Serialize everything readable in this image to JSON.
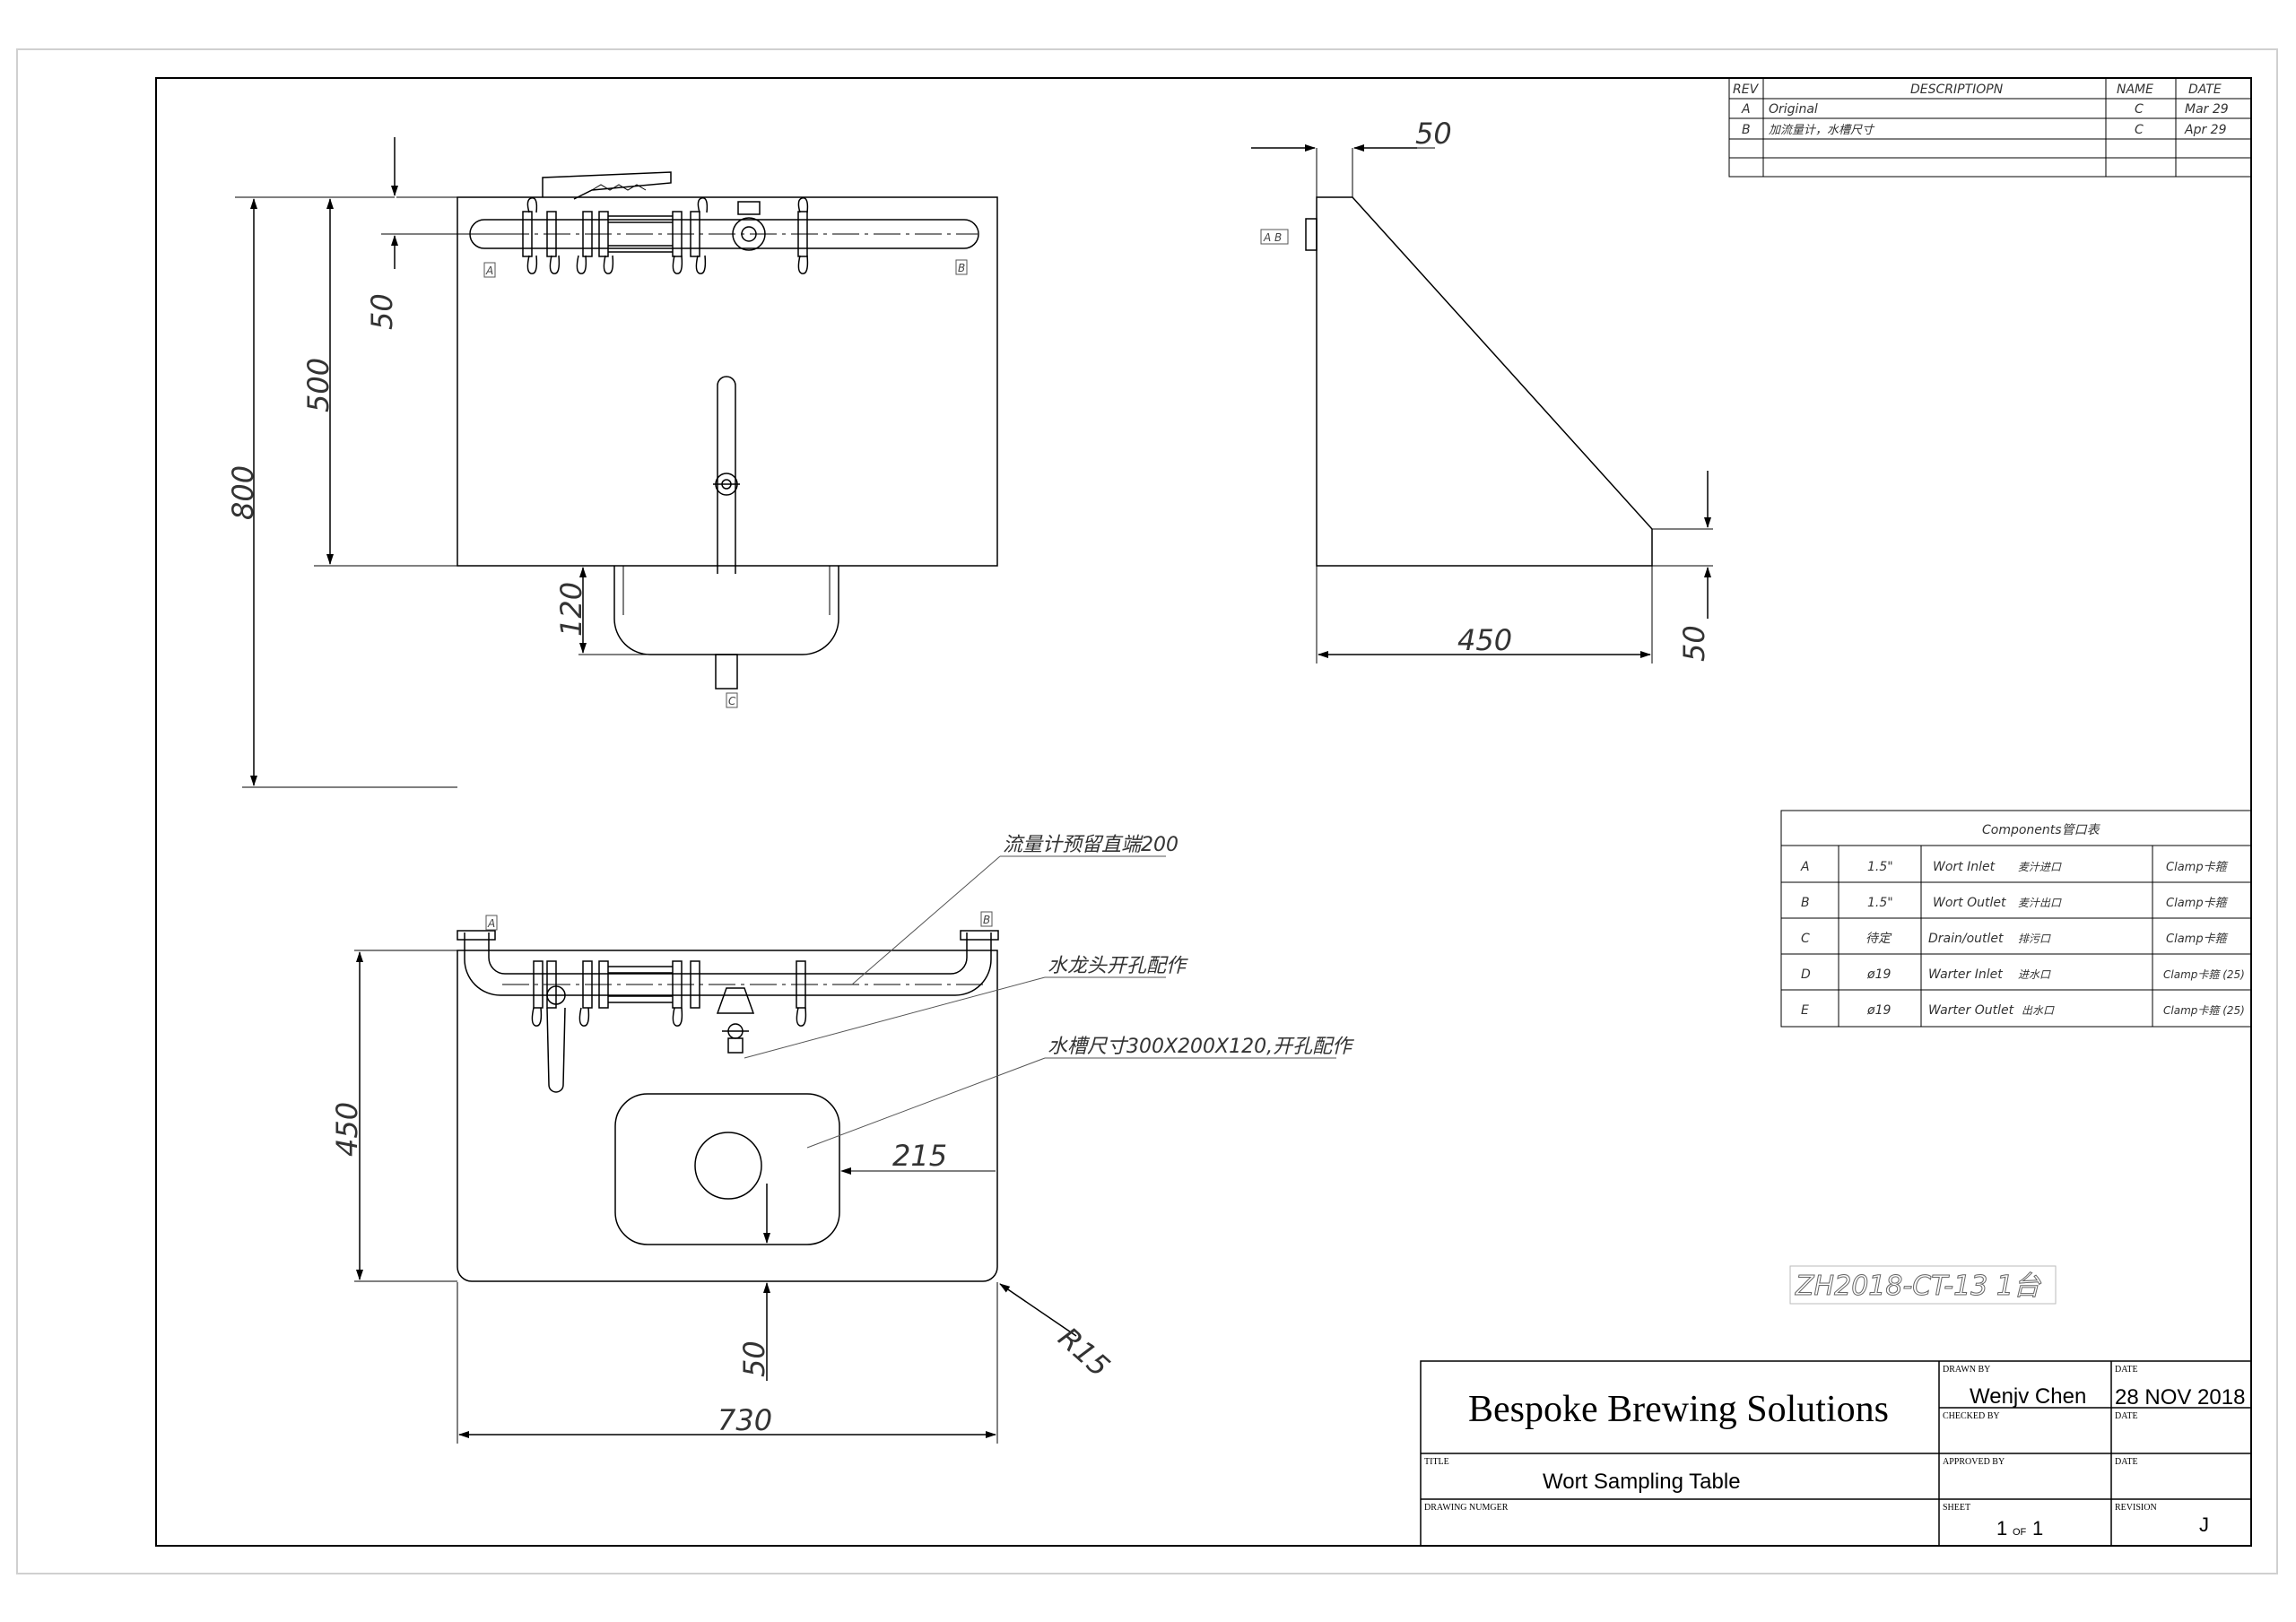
{
  "revision_table": {
    "headers": [
      "REV",
      "DESCRIPTIOPN",
      "NAME",
      "DATE"
    ],
    "rows": [
      {
        "rev": "A",
        "description": "Original",
        "name": "C",
        "date": "Mar 29"
      },
      {
        "rev": "B",
        "description": "加流量计，水槽尺寸",
        "name": "C",
        "date": "Apr 29"
      }
    ]
  },
  "components_table": {
    "title": "Components管口表",
    "rows": [
      {
        "tag": "A",
        "size": "1.5\"",
        "name": "Wort Inlet",
        "name_cn": "麦汁进口",
        "conn": "Clamp卡箍"
      },
      {
        "tag": "B",
        "size": "1.5\"",
        "name": "Wort Outlet",
        "name_cn": "麦汁出口",
        "conn": "Clamp卡箍"
      },
      {
        "tag": "C",
        "size": "待定",
        "name": "Drain/outlet",
        "name_cn": "排污口",
        "conn": "Clamp卡箍"
      },
      {
        "tag": "D",
        "size": "ø19",
        "name": "Warter Inlet",
        "name_cn": "进水口",
        "conn": "Clamp卡箍 (25)"
      },
      {
        "tag": "E",
        "size": "ø19",
        "name": "Warter Outlet",
        "name_cn": "出水口",
        "conn": "Clamp卡箍 (25)"
      }
    ]
  },
  "dimensions": {
    "front_top": "50",
    "front_height_500": "500",
    "front_height_800": "800",
    "front_sink_120": "120",
    "side_top_50": "50",
    "side_depth_450": "450",
    "side_bottom_50": "50",
    "plan_depth_450": "450",
    "plan_width_730": "730",
    "plan_offset_215": "215",
    "plan_bottom_50": "50",
    "plan_radius": "R15"
  },
  "port_tags": {
    "a": "A",
    "b": "B",
    "c": "C",
    "ab": "A B"
  },
  "notes": {
    "flowmeter": "流量计预留直端200",
    "faucet": "水龙头开孔配作",
    "sink": "水槽尺寸300X200X120,开孔配作"
  },
  "part_number": "ZH2018-CT-13   1台",
  "title_block": {
    "company": "Bespoke Brewing Solutions",
    "drawn_by_label": "DRAWN BY",
    "drawn_by": "Wenjv Chen",
    "date_label": "DATE",
    "date": "28 NOV 2018",
    "checked_by_label": "CHECKED BY",
    "checked_date_label": "DATE",
    "title_label": "TITLE",
    "title": "Wort Sampling Table",
    "approved_by_label": "APPROVED BY",
    "approved_date_label": "DATE",
    "drawing_number_label": "DRAWING NUMGER",
    "sheet_label": "SHEET",
    "sheet_num": "1",
    "sheet_of": "OF",
    "sheet_total": "1",
    "revision_label": "REVISION",
    "revision": "J"
  }
}
